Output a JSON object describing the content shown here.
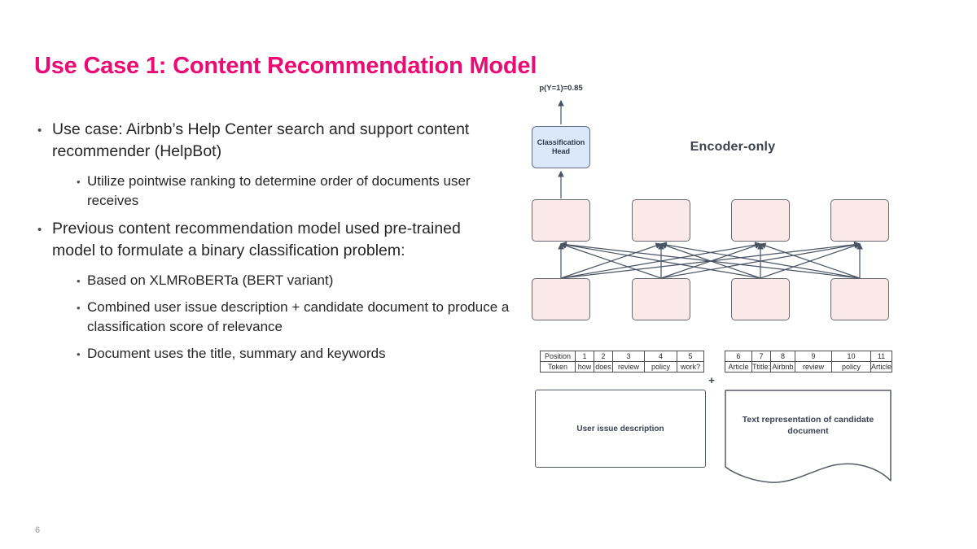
{
  "slide": {
    "title": "Use Case 1: Content Recommendation Model",
    "page_number": "6"
  },
  "bullets": [
    {
      "level": 1,
      "text": "Use case: Airbnb’s Help Center search and support content recommender (HelpBot)"
    },
    {
      "level": 2,
      "text": "Utilize pointwise ranking to determine order of documents user receives"
    },
    {
      "level": 1,
      "text": "Previous content recommendation model used pre-trained model to formulate a binary classification problem:"
    },
    {
      "level": 2,
      "text": "Based on XLMRoBERTa (BERT variant)"
    },
    {
      "level": 2,
      "text": "Combined user issue description + candidate document to produce a classification score of relevance"
    },
    {
      "level": 2,
      "text": "Document uses the title, summary and keywords"
    }
  ],
  "diagram": {
    "probability_label": "p(Y=1)=0.85",
    "classification_head_label": "Classification Head",
    "encoder_label": "Encoder-only",
    "plus_sign": "+",
    "user_issue_box_label": "User issue description",
    "candidate_doc_label": "Text representation of candidate document",
    "colors": {
      "title_pink": "#ea0b74",
      "encoder_box_fill": "#fbe9e8",
      "encoder_box_border": "#666a73",
      "head_fill": "#dbe8fb",
      "head_border": "#5f7187",
      "arrow": "#485363"
    },
    "position_table": {
      "rows": [
        [
          "Position",
          "1",
          "2",
          "3",
          "4",
          "5"
        ],
        [
          "Token",
          "how",
          "does",
          "review",
          "policy",
          "work?"
        ]
      ]
    },
    "token_table": {
      "rows": [
        [
          "6",
          "7",
          "8",
          "9",
          "10",
          "11"
        ],
        [
          "Article",
          "Ttitle:",
          "Airbnb",
          "review",
          "policy",
          "Article"
        ]
      ]
    }
  }
}
